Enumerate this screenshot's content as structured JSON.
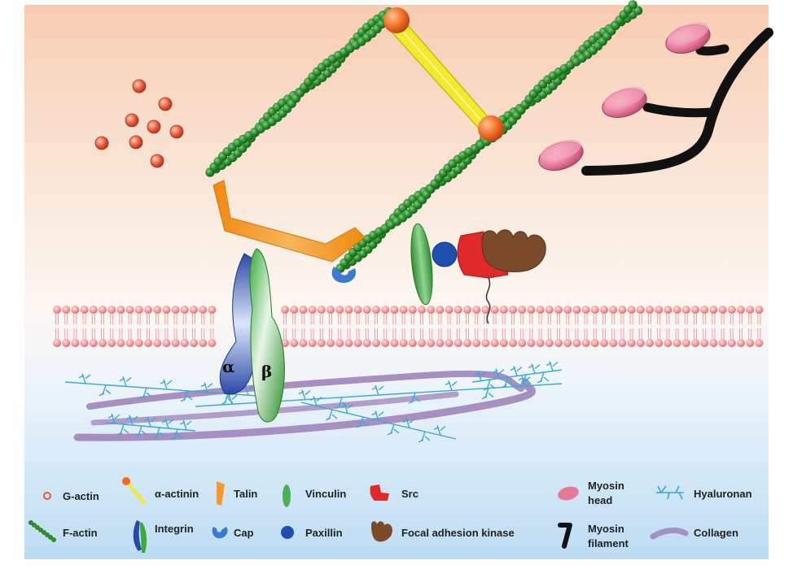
{
  "diagram": {
    "integrin_subunits": {
      "alpha": "α",
      "beta": "β"
    },
    "legend": {
      "g_actin": "G-actin",
      "alpha_actinin": "α-actinin",
      "talin": "Talin",
      "vinculin": "Vinculin",
      "src": "Src",
      "myosin_head_line1": "Myosin",
      "myosin_head_line2": "head",
      "hyaluronan": "Hyaluronan",
      "f_actin": "F-actin",
      "integrin": "Integrin",
      "cap": "Cap",
      "paxillin": "Paxillin",
      "fak": "Focal adhesion kinase",
      "myosin_filament_line1": "Myosin",
      "myosin_filament_line2": "filament",
      "collagen": "Collagen"
    },
    "colors": {
      "actin_bead": "#2e8b2e",
      "g_actin": "#e8573a",
      "alpha_actinin_rod": "#f2ea2a",
      "alpha_actinin_end": "#f06a20",
      "talin": "#f59a2a",
      "vinculin": "#4caf50",
      "paxillin": "#1f4fae",
      "src": "#e02a2a",
      "fak": "#7a4a2a",
      "cap": "#3a7ad0",
      "myosin_head": "#e8789a",
      "myosin_filament": "#111111",
      "membrane_lipid": "#f08a8a",
      "hyaluronan": "#3aa8d8",
      "collagen": "#a78fc2",
      "integrin_alpha": "#2a4aa8",
      "integrin_beta": "#3aaa3a"
    }
  }
}
